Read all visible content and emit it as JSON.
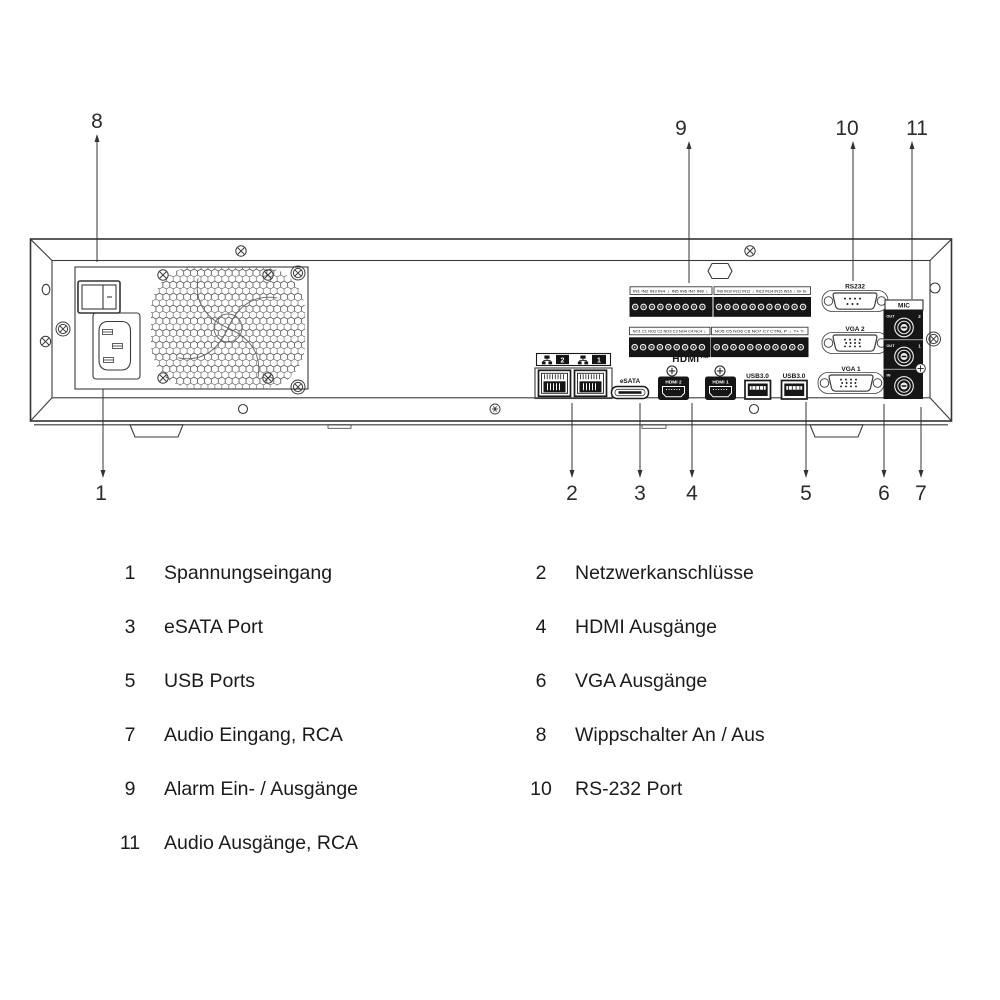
{
  "colors": {
    "ink": "#3a3a3a",
    "black": "#161616",
    "text": "#1b1b1b",
    "bg": "#ffffff"
  },
  "callouts": {
    "top": [
      "8",
      "9",
      "10",
      "11"
    ],
    "bottom": [
      "1",
      "2",
      "3",
      "4",
      "5",
      "6",
      "7"
    ]
  },
  "rear_panel": {
    "network": {
      "numbers": [
        "2",
        "1"
      ]
    },
    "esata_label": "eSATA",
    "hdmi_logo": "HDMI™",
    "hdmi_ports": [
      "HDMI 2",
      "HDMI 1"
    ],
    "usb_labels": [
      "USB3.0",
      "USB3.0"
    ],
    "serial": {
      "rs232": "RS232",
      "vga2": "VGA 2",
      "vga1": "VGA 1"
    },
    "audio": {
      "mic": "MIC",
      "out2": {
        "label": "OUT",
        "num": "2"
      },
      "out1": {
        "label": "OUT",
        "num": "1"
      },
      "in": {
        "label": "IN"
      }
    },
    "alarm": {
      "row1_left": "IN1 IN2 IN3 IN4 ⊥ IN5 IN6 IN7 IN8 ⊥",
      "row1_right": "IN9 IN10 IN11 IN12 ⊥ IN13 IN14 IN15 IN16 ⊥ B+ B-",
      "row2_left": "NO1 C1 NO2 C2 NO3 C3 NO4 C4 NC4 ⊥",
      "row2_right": "NO5 C5 NO6 C6 NO7 C7 CTRL P ⊥ T+ T-"
    }
  },
  "legend": {
    "items": [
      {
        "num": "1",
        "label": "Spannungseingang"
      },
      {
        "num": "2",
        "label": "Netzwerkanschlüsse"
      },
      {
        "num": "3",
        "label": "eSATA Port"
      },
      {
        "num": "4",
        "label": "HDMI Ausgänge"
      },
      {
        "num": "5",
        "label": "USB Ports"
      },
      {
        "num": "6",
        "label": "VGA Ausgänge"
      },
      {
        "num": "7",
        "label": "Audio Eingang, RCA"
      },
      {
        "num": "8",
        "label": "Wippschalter An / Aus"
      },
      {
        "num": "9",
        "label": "Alarm Ein- / Ausgänge"
      },
      {
        "num": "10",
        "label": "RS-232 Port"
      },
      {
        "num": "11",
        "label": "Audio Ausgänge, RCA"
      }
    ]
  }
}
